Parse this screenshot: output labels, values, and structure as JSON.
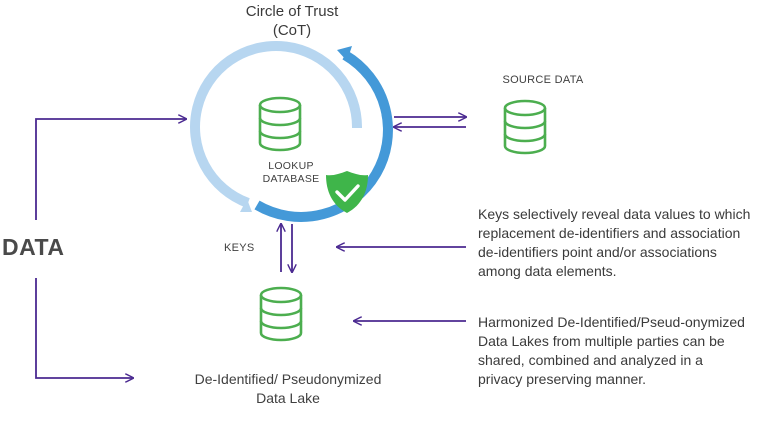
{
  "title": {
    "line1": "Circle of Trust",
    "line2": "(CoT)"
  },
  "lookup_database": {
    "line1": "LOOKUP",
    "line2": "DATABASE"
  },
  "source_data": "SOURCE DATA",
  "keys": "KEYS",
  "data": "DATA",
  "data_lake": {
    "line1": "De-Identified/ Pseudonymized",
    "line2": "Data Lake"
  },
  "descriptions": {
    "keys": "Keys selectively reveal data values to which replacement de-identifiers and association de-identifiers point and/or associations among data elements.",
    "harmonized": "Harmonized De-Identified/Pseud-onymized Data Lakes from multiple parties can be shared, combined and analyzed in a privacy preserving manner."
  },
  "colors": {
    "ring_light": "#b7d6f0",
    "ring_dark": "#4499d8",
    "database_green": "#4cae4f",
    "shield_green": "#3fb54a",
    "arrow_purple": "#4b2a91",
    "text": "#3c3c3c"
  },
  "icons": [
    "database-icon",
    "shield-check-icon"
  ]
}
